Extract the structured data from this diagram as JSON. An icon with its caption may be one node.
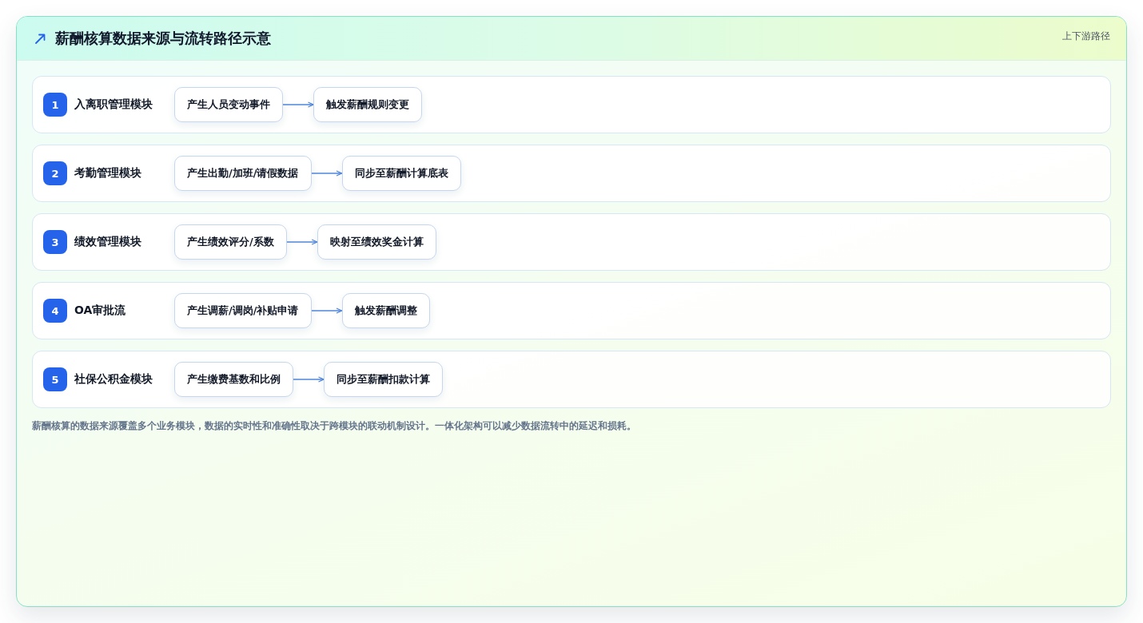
{
  "diagram": {
    "title": "薪酬核算数据来源与流转路径示意",
    "caption": "薪酬核算的数据来源覆盖多个业务模块，数据的实时性和准确性取决于跨模块的联动机制设计。一体化架构可以减少数据流转中的延迟和损耗。",
    "nodes": [
      {
        "text": [
          "1",
          "入离职管理模块"
        ]
      },
      {
        "text": [
          "产生人员变动事件"
        ],
        "in": 0
      },
      {
        "text": [
          "触发薪酬规则变更"
        ],
        "in": 0
      },
      {
        "text": [
          "2",
          "考勤管理模块"
        ]
      },
      {
        "text": [
          "产生出勤/加班/请假数据"
        ],
        "in": 3
      },
      {
        "text": [
          "同步至薪酬计算底表"
        ],
        "in": 3
      },
      {
        "text": [
          "3",
          "绩效管理模块"
        ]
      },
      {
        "text": [
          "产生绩效评分/系数"
        ],
        "in": 6
      },
      {
        "text": [
          "映射至绩效奖金计算"
        ],
        "in": 6
      },
      {
        "text": [
          "4",
          "OA审批流"
        ]
      },
      {
        "text": [
          "产生调薪/调岗/补贴申请"
        ],
        "in": 9
      },
      {
        "text": [
          "触发薪酬调整"
        ],
        "in": 9
      },
      {
        "text": [
          "5",
          "社保公积金模块"
        ]
      },
      {
        "text": [
          "产生缴费基数和比例"
        ],
        "in": 12
      },
      {
        "text": [
          "同步至薪酬扣款计算"
        ],
        "in": 12
      }
    ],
    "edges": [
      {
        "from": 1,
        "to": 2,
        "arrow": "to"
      },
      {
        "from": 4,
        "to": 5,
        "arrow": "to"
      },
      {
        "from": 7,
        "to": 8,
        "arrow": "to"
      },
      {
        "from": 10,
        "to": 11,
        "arrow": "to"
      },
      {
        "from": 13,
        "to": 14,
        "arrow": "to"
      }
    ],
    "labels": [
      "上下游路径"
    ]
  }
}
